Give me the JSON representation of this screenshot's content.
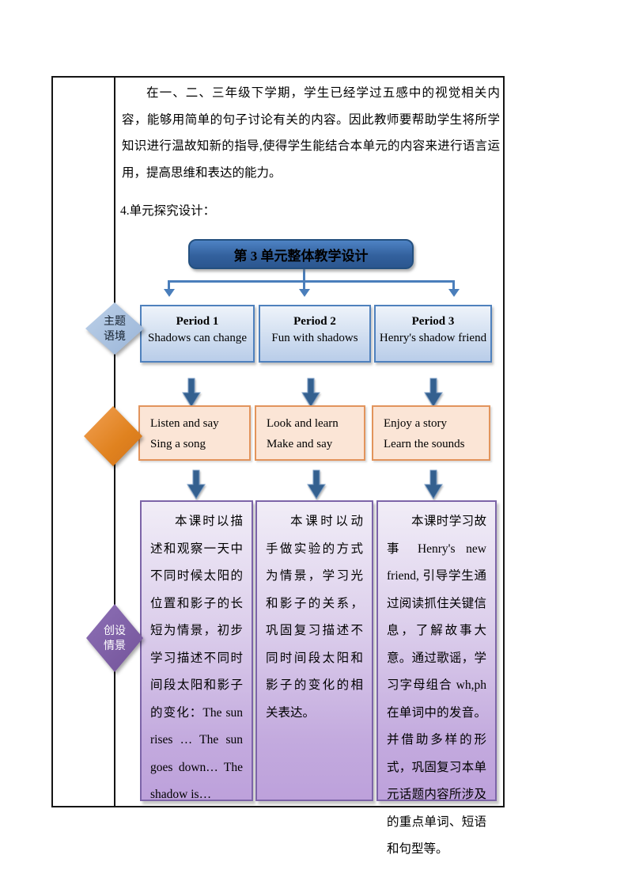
{
  "document": {
    "intro_paragraph": "在一、二、三年级下学期，学生已经学过五感中的视觉相关内容，能够用简单的句子讨论有关的内容。因此教师要帮助学生将所学知识进行温故知新的指导,使得学生能结合本单元的内容来进行语言运用，提高思维和表达的能力。",
    "section_label": "4.单元探究设计："
  },
  "diagram": {
    "title": "第 3 单元整体教学设计",
    "side_labels": [
      {
        "id": "theme-context",
        "text": "主题\n语境",
        "color": "#a9c2e1",
        "text_color": "#14202e"
      },
      {
        "id": "middle-stage",
        "text": "",
        "color": "#e0821f",
        "text_color": "#ffffff"
      },
      {
        "id": "create-scenario",
        "text": "创设\n情景",
        "color": "#7d60a8",
        "text_color": "#ffffff"
      }
    ],
    "periods": [
      {
        "title": "Period 1",
        "subtitle": "Shadows can change"
      },
      {
        "title": "Period 2",
        "subtitle": "Fun with shadows"
      },
      {
        "title": "Period 3",
        "subtitle": "Henry's shadow friend"
      }
    ],
    "activities": [
      {
        "line1": "Listen and say",
        "line2": "Sing a song"
      },
      {
        "line1": "Look and learn",
        "line2": "Make and say"
      },
      {
        "line1": "Enjoy a story",
        "line2": "Learn the sounds"
      }
    ],
    "descriptions": [
      "本课时以描述和观察一天中不同时候太阳的位置和影子的长短为情景，初步学习描述不同时间段太阳和影子的变化：The sun rises … The sun goes down… The shadow is…",
      "本课时以动手做实验的方式为情景，学习光和影子的关系，巩固复习描述不同时间段太阳和影子的变化的相关表达。",
      "本课时学习故事 Henry's new friend, 引导学生通过阅读抓住关键信息，了解故事大意。通过歌谣，学习字母组合 wh,ph 在单词中的发音。并借助多样的形式，巩固复习本单元话题内容所涉及的重点单词、短语和句型等。"
    ],
    "colors": {
      "banner_fill": "#33619e",
      "banner_border": "#24507f",
      "period_fill": "#c9d9ee",
      "period_border": "#4f81bd",
      "connector_blue": "#4a7ebb",
      "block_arrow": "#34608f",
      "activity_fill": "#fbe5d6",
      "activity_border": "#e2945c",
      "description_fill": "#cdb6e3",
      "description_border": "#7c64a8",
      "table_border": "#151515"
    }
  }
}
